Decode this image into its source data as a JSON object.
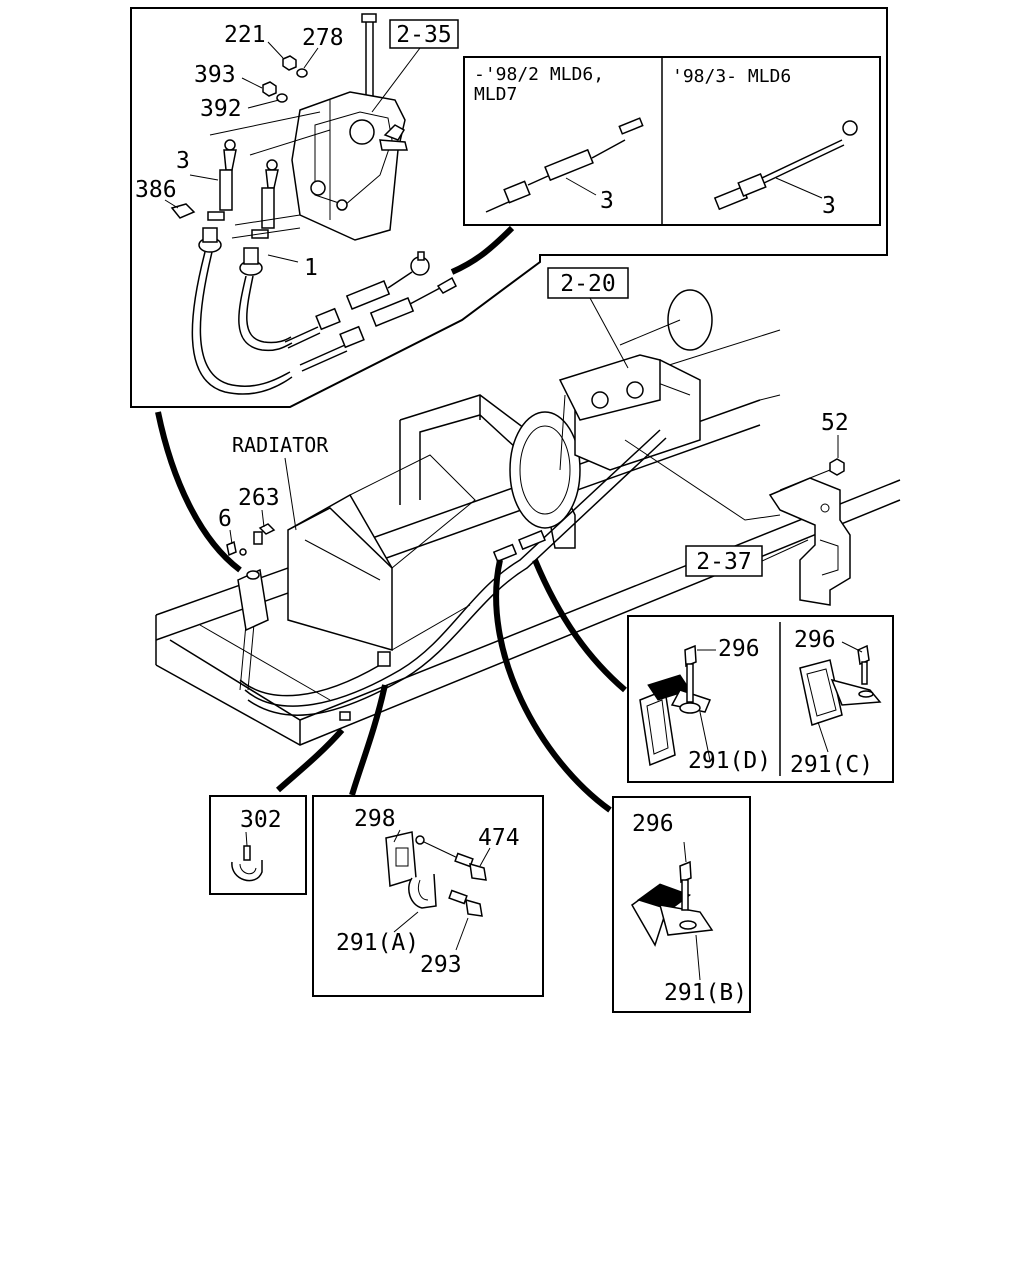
{
  "callouts": {
    "c221": "221",
    "c278": "278",
    "c393": "393",
    "c392": "392",
    "c3": "3",
    "c386": "386",
    "c1": "1",
    "c52": "52",
    "c263": "263",
    "c6": "6",
    "c302": "302",
    "c298": "298",
    "c474": "474",
    "c291a": "291(A)",
    "c293": "293",
    "c296b": "296",
    "c291b": "291(B)",
    "c296d": "296",
    "c291d": "291(D)",
    "c296c": "296",
    "c291c": "291(C)"
  },
  "refs": {
    "r235": "2-35",
    "r220": "2-20",
    "r237": "2-37"
  },
  "labels": {
    "radiator": "RADIATOR"
  },
  "variants": {
    "left_line1": "-'98/2 MLD6,",
    "left_line2": "MLD7",
    "left_num": "3",
    "right_line1": "'98/3- MLD6",
    "right_num": "3"
  }
}
